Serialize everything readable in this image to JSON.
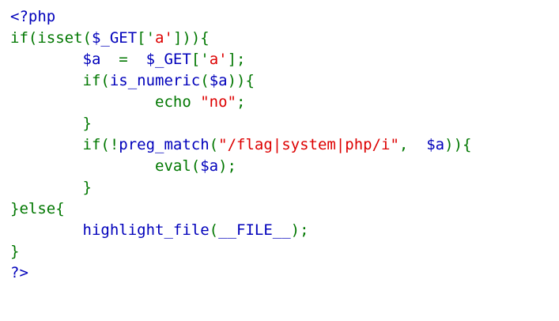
{
  "colors": {
    "blue": "#0000bb",
    "green": "#007700",
    "red": "#dd0000"
  },
  "code_lines": [
    [
      {
        "text": "<?php",
        "color": "blue"
      }
    ],
    [
      {
        "text": "if(isset(",
        "color": "green"
      },
      {
        "text": "$_GET",
        "color": "blue"
      },
      {
        "text": "['",
        "color": "green"
      },
      {
        "text": "a'",
        "color": "red"
      },
      {
        "text": "])){",
        "color": "green"
      }
    ],
    [
      {
        "text": "        ",
        "color": "green"
      },
      {
        "text": "$a ",
        "color": "blue"
      },
      {
        "text": " =  ",
        "color": "green"
      },
      {
        "text": "$_GET",
        "color": "blue"
      },
      {
        "text": "['",
        "color": "green"
      },
      {
        "text": "a'",
        "color": "red"
      },
      {
        "text": "];",
        "color": "green"
      }
    ],
    [
      {
        "text": "        if(",
        "color": "green"
      },
      {
        "text": "is_numeric",
        "color": "blue"
      },
      {
        "text": "(",
        "color": "green"
      },
      {
        "text": "$a",
        "color": "blue"
      },
      {
        "text": ")){",
        "color": "green"
      }
    ],
    [
      {
        "text": "                echo ",
        "color": "green"
      },
      {
        "text": "\"no\"",
        "color": "red"
      },
      {
        "text": ";",
        "color": "green"
      }
    ],
    [
      {
        "text": "        }",
        "color": "green"
      }
    ],
    [
      {
        "text": "        if(!",
        "color": "green"
      },
      {
        "text": "preg_match",
        "color": "blue"
      },
      {
        "text": "(",
        "color": "green"
      },
      {
        "text": "\"/flag|system|php/i\"",
        "color": "red"
      },
      {
        "text": ",  ",
        "color": "green"
      },
      {
        "text": "$a",
        "color": "blue"
      },
      {
        "text": ")){",
        "color": "green"
      }
    ],
    [
      {
        "text": "                eval(",
        "color": "green"
      },
      {
        "text": "$a",
        "color": "blue"
      },
      {
        "text": ");",
        "color": "green"
      }
    ],
    [
      {
        "text": "        }",
        "color": "green"
      }
    ],
    [
      {
        "text": "}else{",
        "color": "green"
      }
    ],
    [
      {
        "text": "        ",
        "color": "green"
      },
      {
        "text": "highlight_file",
        "color": "blue"
      },
      {
        "text": "(",
        "color": "green"
      },
      {
        "text": "__FILE__",
        "color": "blue"
      },
      {
        "text": ");",
        "color": "green"
      }
    ],
    [
      {
        "text": "}",
        "color": "green"
      }
    ],
    [
      {
        "text": "?>",
        "color": "blue"
      }
    ]
  ]
}
